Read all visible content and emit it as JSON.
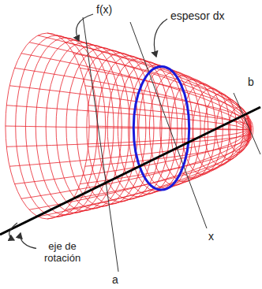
{
  "diagram": {
    "labels": [
      "f(x)",
      "espesor dx",
      "b",
      "x",
      "eje de rotación",
      "a"
    ]
  }
}
